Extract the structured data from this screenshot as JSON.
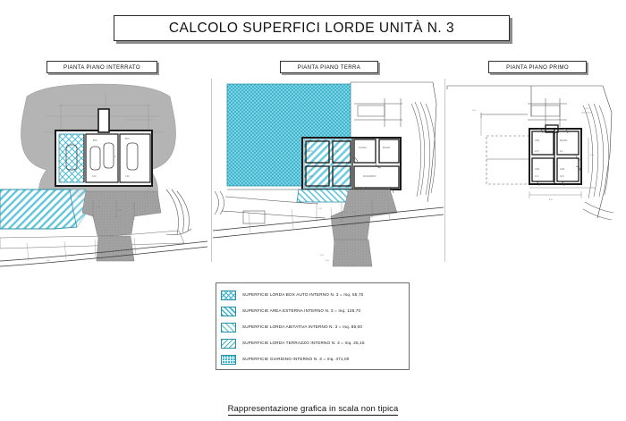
{
  "document": {
    "title": "CALCOLO SUPERFICI LORDE UNITÀ N. 3",
    "footer_caption": "Rappresentazione grafica in scala non tipica"
  },
  "panels": [
    {
      "id": "interrato",
      "header": "PIANTA PIANO INTERRATO"
    },
    {
      "id": "terra",
      "header": "PIANTA PIANO TERRA"
    },
    {
      "id": "primo",
      "header": "PIANTA PIANO PRIMO"
    }
  ],
  "legend": {
    "rows": [
      {
        "pattern": "crosshatch",
        "label": "SUPERFICIE LORDA BOX AUTO INTERNO N. 3 = mq. 55,70"
      },
      {
        "pattern": "diagonal-strong",
        "label": "SUPERFICIE AREA ESTERNA INTERNO N. 3 = mq. 128,70"
      },
      {
        "pattern": "diagonal-soft",
        "label": "SUPERFICIE LORDA ABITATIVA INTERNO N. 3 = mq. 89,00"
      },
      {
        "pattern": "diagonal-thin",
        "label": "SUPERFICIE LORDA TERRAZZO INTERNO N. 3 = mq. 25,15"
      },
      {
        "pattern": "dotted",
        "label": "SUPERFICIE GIARDINO INTERNO N. 3 = mq. 471,00"
      }
    ]
  },
  "areas": {
    "box_auto_mq": "55,70",
    "area_esterna_mq": "128,70",
    "abitativa_mq": "89,00",
    "terrazzo_mq": "25,15",
    "giardino_mq": "471,00",
    "unit_number": "3"
  },
  "colors": {
    "hatch_cyan": "#35b4cf",
    "giardino_teal": "#3fb6d0",
    "terrain_gray": "#b4b4b4",
    "road_gray": "#9a9a9a",
    "line_black": "#1a1a1a",
    "paper_white": "#ffffff"
  }
}
